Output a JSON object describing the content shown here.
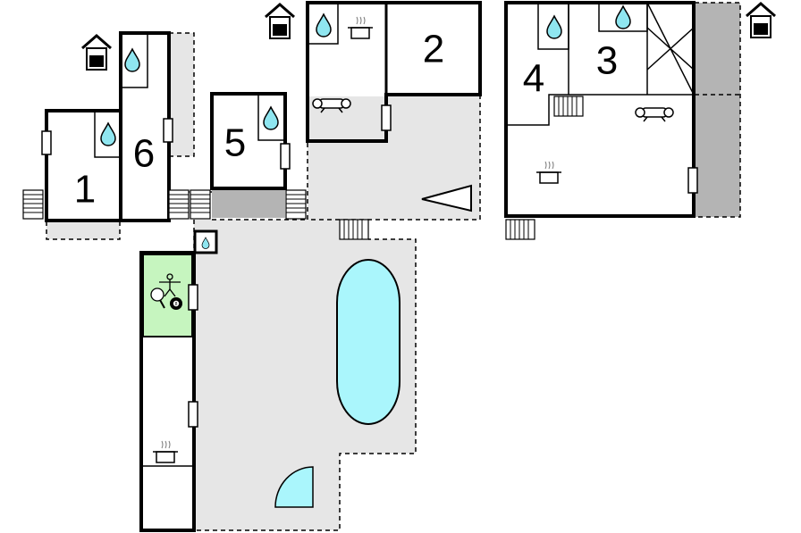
{
  "rooms": [
    {
      "label": "1"
    },
    {
      "label": "2"
    },
    {
      "label": "3"
    },
    {
      "label": "4"
    },
    {
      "label": "5"
    },
    {
      "label": "6"
    }
  ],
  "icons": {
    "house": "house-icon",
    "drop": "water-drop-icon",
    "pot": "cooking-pot-icon",
    "sofa": "sofa-icon",
    "stairs": "stairs-icon",
    "pool": "swimming-pool",
    "ball": "billiard-ball-icon",
    "ball_number": "8"
  },
  "colors": {
    "terrace": "#e6e6e6",
    "dark_terrace": "#b4b4b4",
    "water": "#aaf6fc",
    "game_room": "#c6f5bf"
  }
}
